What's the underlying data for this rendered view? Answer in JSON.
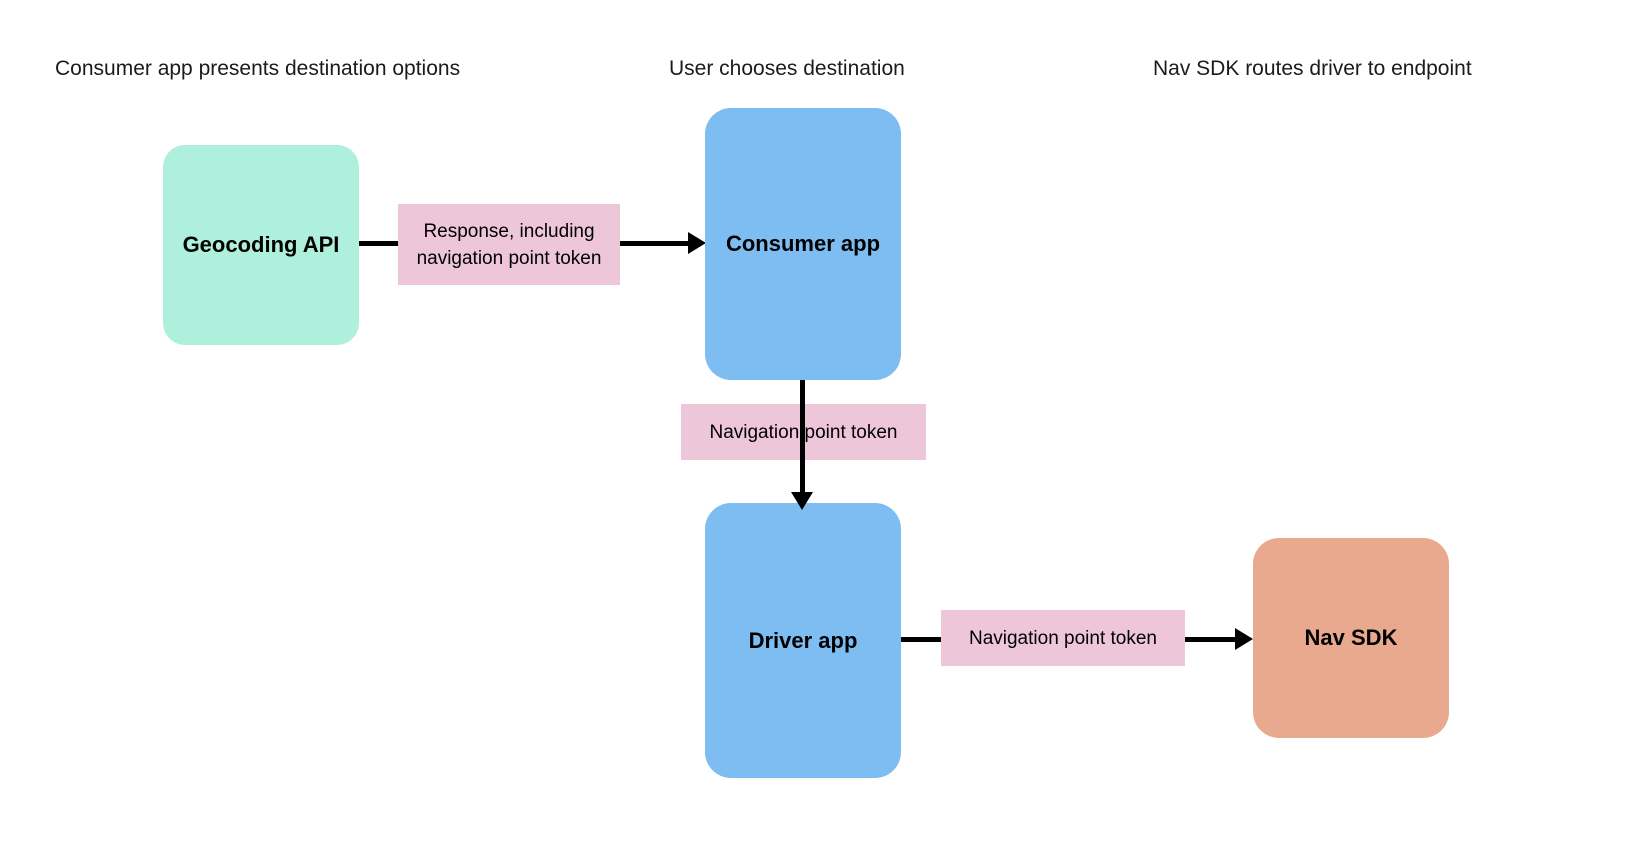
{
  "diagram": {
    "title_columns": [
      {
        "id": "col-1",
        "label": "Consumer app presents destination options"
      },
      {
        "id": "col-2",
        "label": "User chooses destination"
      },
      {
        "id": "col-3",
        "label": "Nav SDK routes driver to endpoint"
      }
    ],
    "nodes": [
      {
        "id": "geocoding-api",
        "label": "Geocoding API",
        "color": "#AFF0DC"
      },
      {
        "id": "consumer-app",
        "label": "Consumer app",
        "color": "#7EBDF2"
      },
      {
        "id": "driver-app",
        "label": "Driver app",
        "color": "#7EBDF2"
      },
      {
        "id": "nav-sdk",
        "label": "Nav SDK",
        "color": "#E8A98F"
      }
    ],
    "edge_labels": [
      {
        "id": "response-label",
        "label": "Response, including navigation point token",
        "color": "#EEC6DA"
      },
      {
        "id": "nav-token-label-1",
        "label": "Navigation point token",
        "color": "#EEC6DA"
      },
      {
        "id": "nav-token-label-2",
        "label": "Navigation point token",
        "color": "#EEC6DA"
      }
    ],
    "edges": [
      {
        "id": "geocoding-to-consumer",
        "from": "geocoding-api",
        "to": "consumer-app",
        "label": "Response, including navigation point token",
        "direction": "right"
      },
      {
        "id": "consumer-to-driver",
        "from": "consumer-app",
        "to": "driver-app",
        "label": "Navigation point token",
        "direction": "down"
      },
      {
        "id": "driver-to-navsdk",
        "from": "driver-app",
        "to": "nav-sdk",
        "label": "Navigation point token",
        "direction": "right"
      }
    ],
    "background_color": "#FFFFFF",
    "line_color": "#000000"
  }
}
